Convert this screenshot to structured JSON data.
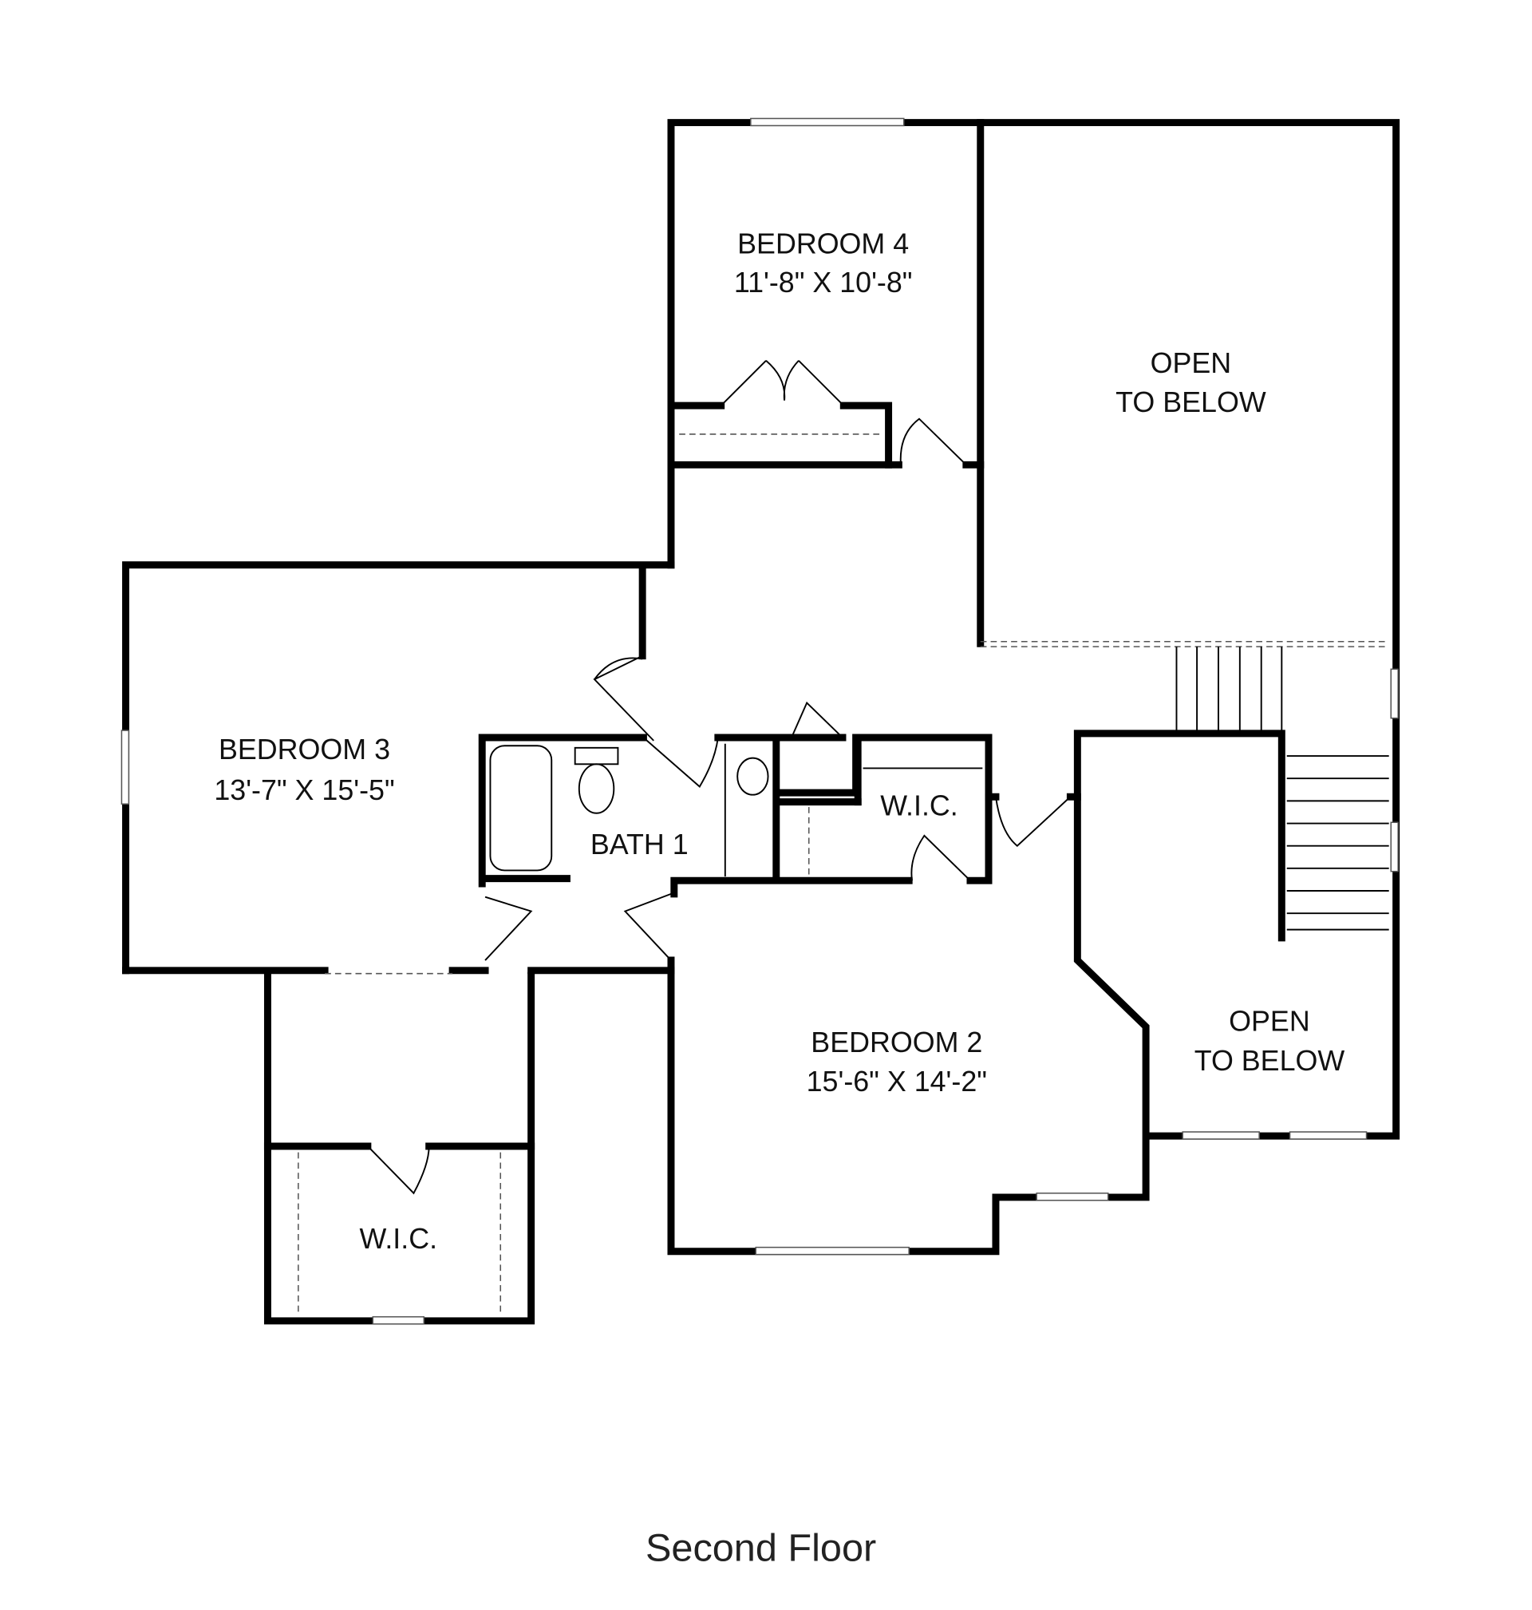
{
  "title": "Second Floor",
  "rooms": {
    "bedroom4": {
      "name": "BEDROOM 4",
      "size": "11'-8\" X 10'-8\""
    },
    "open1": {
      "line1": "OPEN",
      "line2": "TO BELOW"
    },
    "bedroom3": {
      "name": "BEDROOM 3",
      "size": "13'-7\" X 15'-5\""
    },
    "bath1": {
      "name": "BATH 1"
    },
    "wic1": {
      "name": "W.I.C."
    },
    "bedroom2": {
      "name": "BEDROOM 2",
      "size": "15'-6\" X 14'-2\""
    },
    "open2": {
      "line1": "OPEN",
      "line2": "TO BELOW"
    },
    "wic2": {
      "name": "W.I.C."
    }
  }
}
